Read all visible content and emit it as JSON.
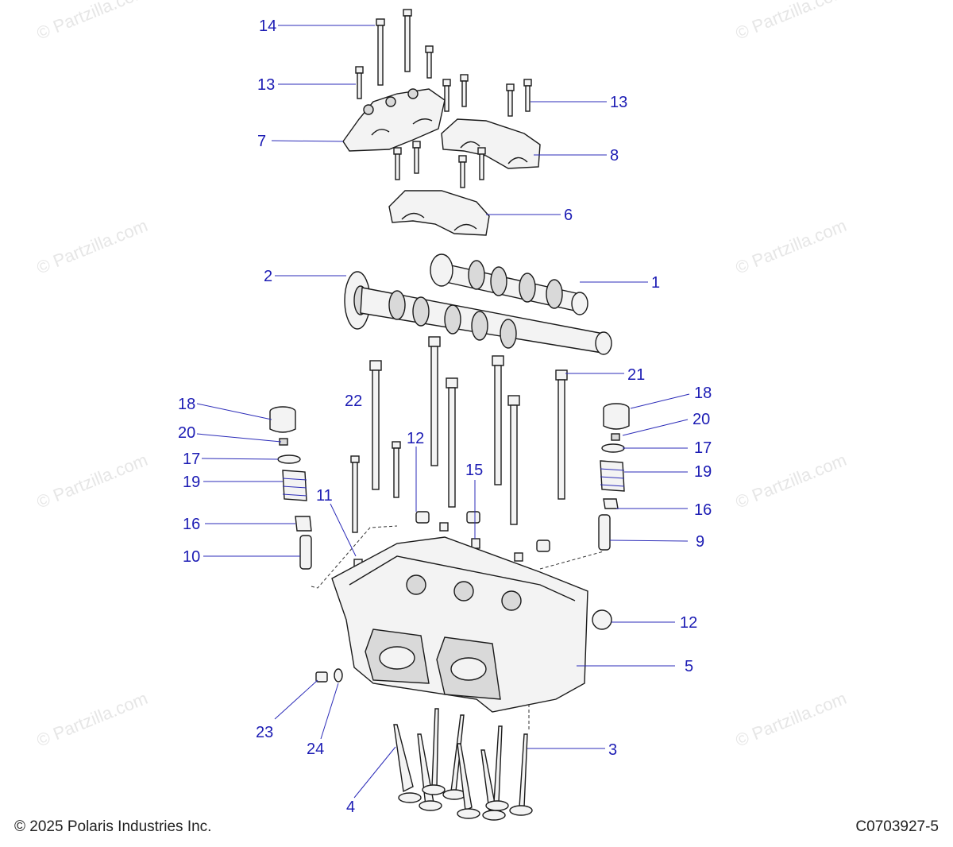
{
  "watermark_text": "© Partzilla.com",
  "callouts": {
    "c1": "1",
    "c2": "2",
    "c3": "3",
    "c4": "4",
    "c5": "5",
    "c6": "6",
    "c7": "7",
    "c8": "8",
    "c9": "9",
    "c10": "10",
    "c11": "11",
    "c12a": "12",
    "c12b": "12",
    "c13a": "13",
    "c13b": "13",
    "c14": "14",
    "c15": "15",
    "c16a": "16",
    "c16b": "16",
    "c17a": "17",
    "c17b": "17",
    "c18a": "18",
    "c18b": "18",
    "c19a": "19",
    "c19b": "19",
    "c20a": "20",
    "c20b": "20",
    "c21": "21",
    "c22": "22",
    "c23": "23",
    "c24": "24"
  },
  "footer": {
    "copyright": "© 2025 Polaris Industries Inc.",
    "code": "C0703927-5"
  },
  "colors": {
    "callout": "#1c1cb4",
    "line": "#1a1a1a"
  }
}
